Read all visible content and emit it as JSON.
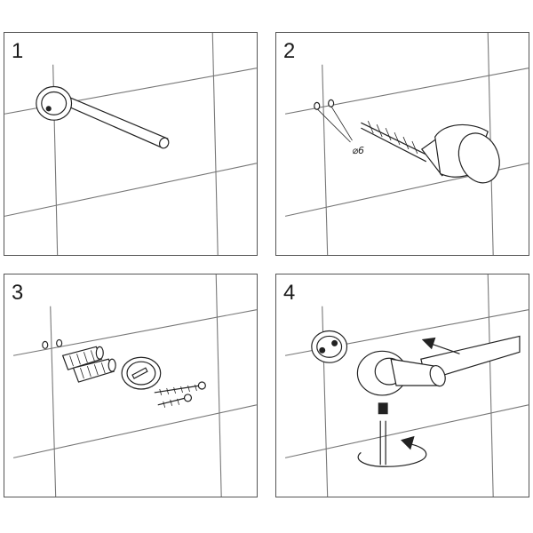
{
  "steps": [
    {
      "number": "1"
    },
    {
      "number": "2",
      "drill_size_label": "⌀6"
    },
    {
      "number": "3"
    },
    {
      "number": "4"
    }
  ],
  "colors": {
    "line": "#222222",
    "grout": "#777777",
    "frame": "#555555",
    "background": "#ffffff"
  }
}
